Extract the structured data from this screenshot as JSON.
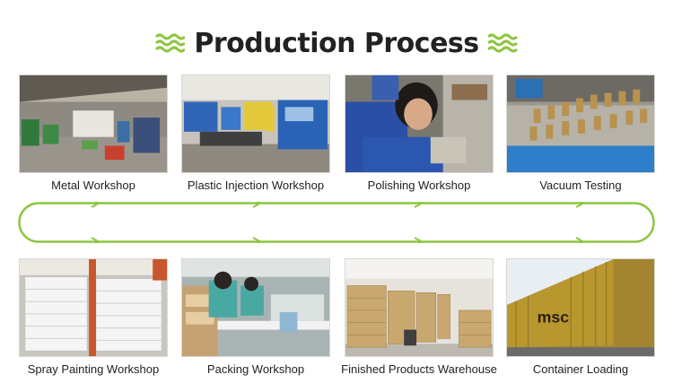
{
  "header": {
    "title": "Production Process",
    "accent_color": "#8dc63f",
    "left_icon": "wave-icon",
    "right_icon": "wave-icon"
  },
  "flow": {
    "color": "#8dc63f",
    "direction": "clockwise-loop",
    "arrow_icon": "chevron-right-icon"
  },
  "steps_top": [
    {
      "label": "Metal Workshop"
    },
    {
      "label": "Plastic Injection Workshop"
    },
    {
      "label": "Polishing Workshop"
    },
    {
      "label": "Vacuum Testing"
    }
  ],
  "steps_bottom": [
    {
      "label": "Spray Painting Workshop"
    },
    {
      "label": "Packing Workshop"
    },
    {
      "label": "Finished Products Warehouse"
    },
    {
      "label": "Container Loading"
    }
  ],
  "photo_texts": {
    "container": "msc"
  }
}
